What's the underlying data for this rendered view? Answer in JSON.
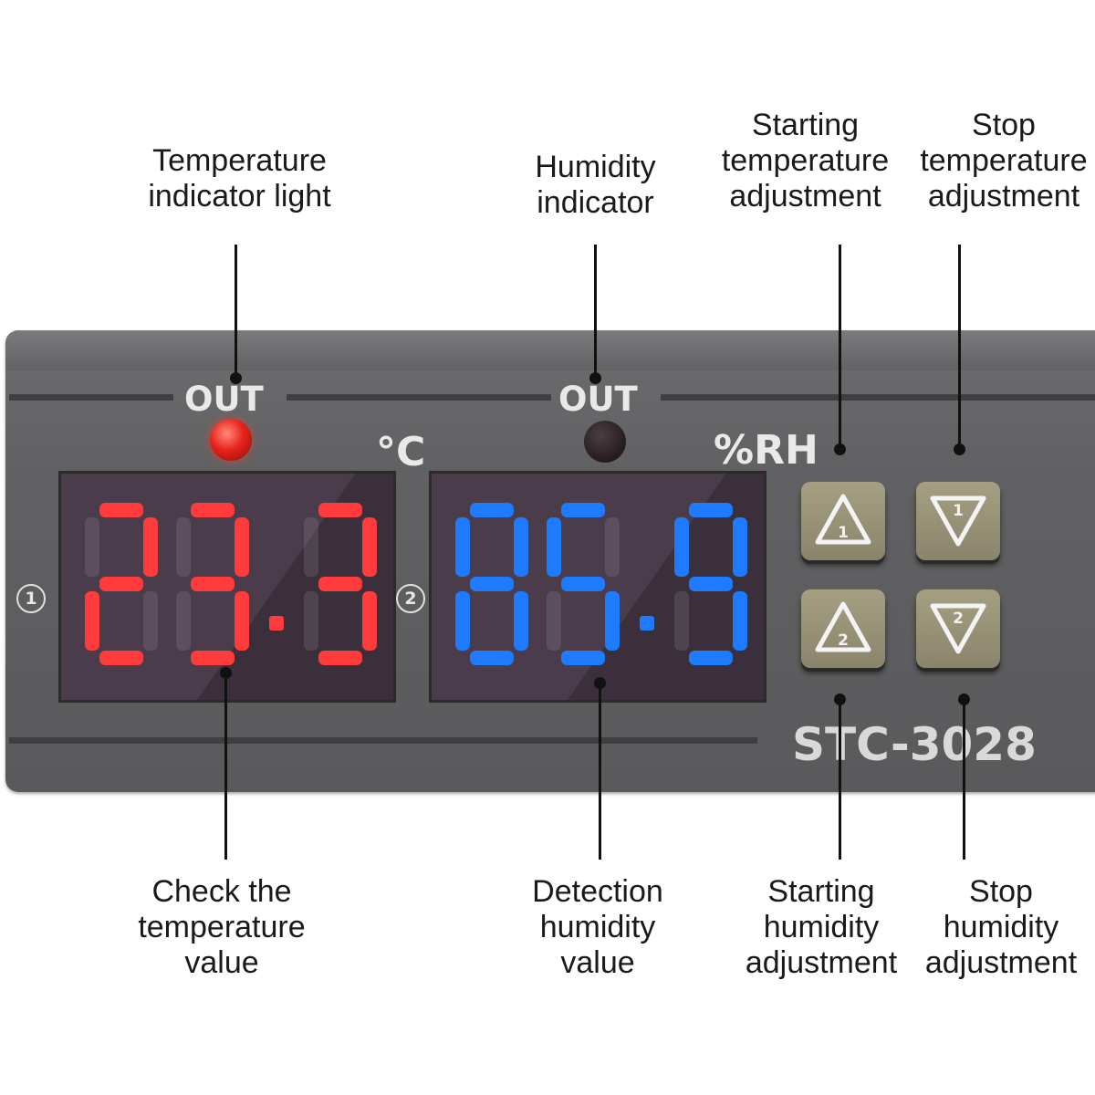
{
  "callouts": {
    "temp_indicator": [
      "Temperature",
      "indicator light"
    ],
    "humidity_indicator": [
      "Humidity",
      "indicator"
    ],
    "start_temp": [
      "Starting",
      "temperature",
      "adjustment"
    ],
    "stop_temp": [
      "Stop",
      "temperature",
      "adjustment"
    ],
    "check_temp": [
      "Check the",
      "temperature",
      "value"
    ],
    "detect_humidity": [
      "Detection",
      "humidity",
      "value"
    ],
    "start_humidity": [
      "Starting",
      "humidity",
      "adjustment"
    ],
    "stop_humidity": [
      "Stop",
      "humidity",
      "adjustment"
    ]
  },
  "panel": {
    "out_left": "OUT",
    "out_right": "OUT",
    "celsius": "°C",
    "rh": "%RH",
    "channel_1": "1",
    "channel_2": "2",
    "model": "STC-3028",
    "button_labels": [
      "1",
      "1",
      "2",
      "2"
    ]
  },
  "displays": {
    "temperature": {
      "value": "23.3",
      "color": "#ff3b3b"
    },
    "humidity": {
      "value": "85.9",
      "color": "#1e7bff"
    }
  },
  "leds": {
    "temp_out": "#e8231c",
    "humidity_out": "#2a2022"
  },
  "colors": {
    "panel": "#606062",
    "button": "#9c9679"
  }
}
